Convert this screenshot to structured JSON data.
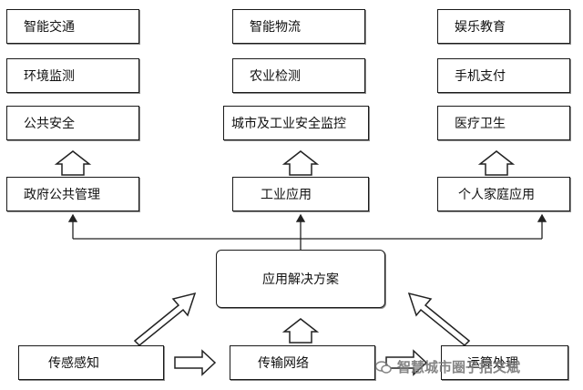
{
  "top_rows": {
    "row1": [
      "智能交通",
      "智能物流",
      "娱乐教育"
    ],
    "row2": [
      "环境监测",
      "农业检测",
      "手机支付"
    ],
    "row3": [
      "公共安全",
      "城市及工业安全监控",
      "医疗卫生"
    ]
  },
  "applications": [
    "政府公共管理",
    "工业应用",
    "个人家庭应用"
  ],
  "solution": "应用解决方案",
  "bottom_row": [
    "传感感知",
    "传输网络",
    "运算处理"
  ],
  "watermark": "智慧城市圈子招文斌"
}
